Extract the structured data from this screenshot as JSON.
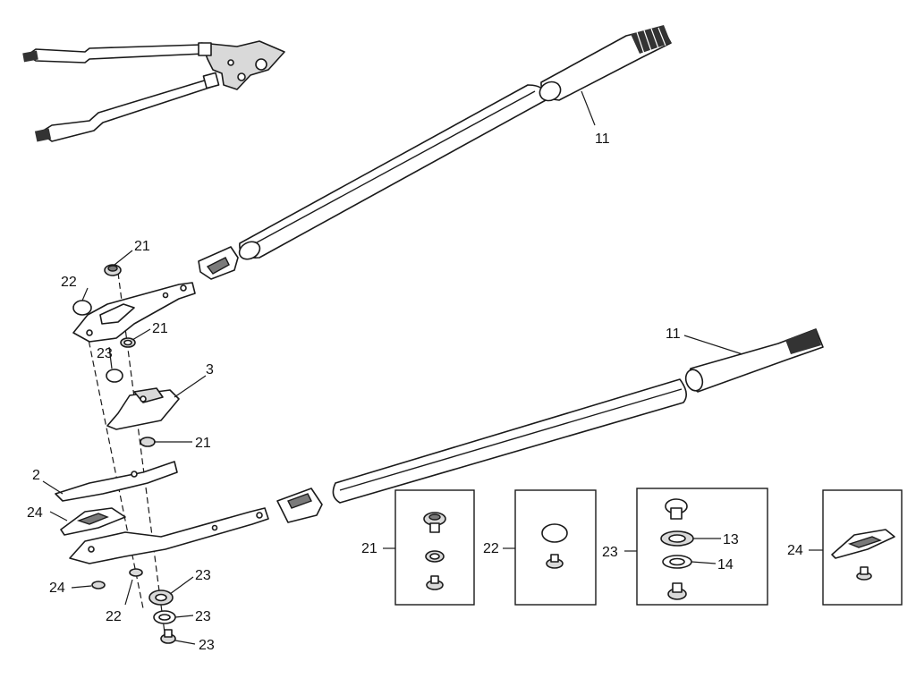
{
  "diagram": {
    "callouts": [
      {
        "id": "c11a",
        "text": "11"
      },
      {
        "id": "c11b",
        "text": "11"
      },
      {
        "id": "c21a",
        "text": "21"
      },
      {
        "id": "c22a",
        "text": "22"
      },
      {
        "id": "c21b",
        "text": "21"
      },
      {
        "id": "c23a",
        "text": "23"
      },
      {
        "id": "c3",
        "text": "3"
      },
      {
        "id": "c21c",
        "text": "21"
      },
      {
        "id": "c2",
        "text": "2"
      },
      {
        "id": "c24a",
        "text": "24"
      },
      {
        "id": "c24b",
        "text": "24"
      },
      {
        "id": "c22b",
        "text": "22"
      },
      {
        "id": "c23b",
        "text": "23"
      },
      {
        "id": "c23c",
        "text": "23"
      },
      {
        "id": "c23d",
        "text": "23"
      }
    ],
    "detail_boxes": [
      {
        "id": "box21",
        "label": "21"
      },
      {
        "id": "box22",
        "label": "22"
      },
      {
        "id": "box23",
        "label": "23",
        "sub_labels": [
          "13",
          "14"
        ]
      },
      {
        "id": "box24",
        "label": "24"
      }
    ]
  }
}
